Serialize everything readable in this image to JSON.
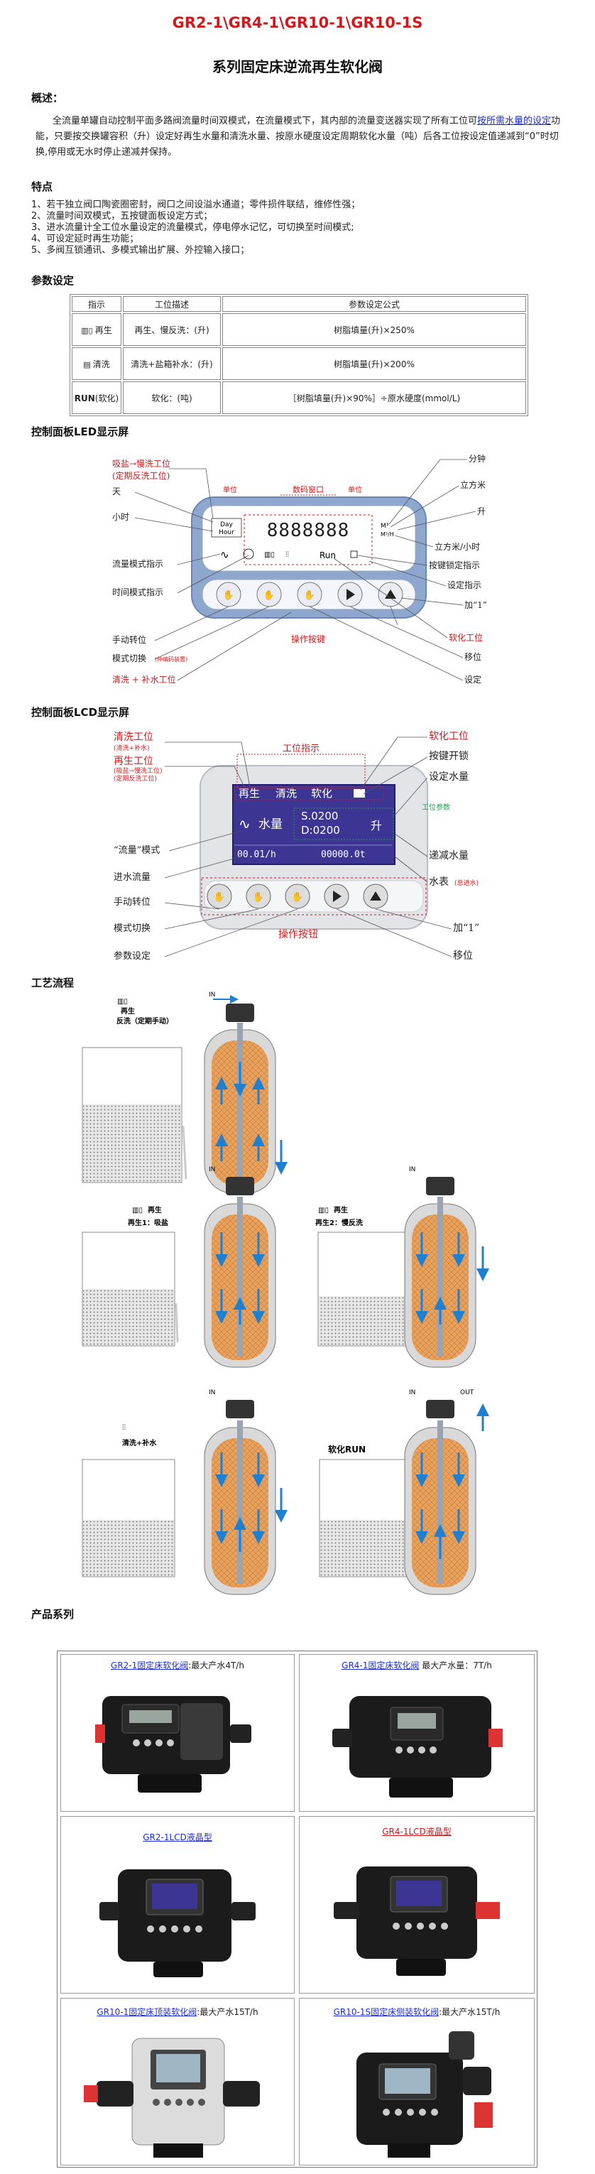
{
  "header": {
    "title": "GR2-1\\GR4-1\\GR10-1\\GR10-1S",
    "subtitle": "系列固定床逆流再生软化阀"
  },
  "overview": {
    "heading": "概述：",
    "text_a": "全流量单罐自动控制平面多路阀流量时间双模式，在流量模式下，其内部的流量变送器实现了所有工位可",
    "link": "按所需水量的设定",
    "text_b": "功能，只要按交换罐容积（升）设定好再生水量和清洗水量、按原水硬度设定周期软化水量（吨）后各工位按设定值递减到“0”时切换,停用或无水时停止递减并保持。"
  },
  "features": {
    "heading": "特点",
    "items": [
      "1、若干独立阀口陶瓷圈密封，阀口之间设溢水通道；零件损件联结，维修性强；",
      "2、流量时间双模式，五按键面板设定方式；",
      "3、进水流量计全工位水量设定的流量模式，停电停水记忆，可切换至时间模式;",
      "4、可设定延时再生功能；",
      "5、多阀互锁通讯、多模式输出扩展、外控输入接口；"
    ]
  },
  "params": {
    "heading": "参数设定",
    "headers": [
      "指示",
      "工位描述",
      "参数设定公式"
    ],
    "rows": [
      {
        "mode": "再生",
        "desc": "再生、慢反洗：(升)",
        "formula": "树脂填量(升)×250%"
      },
      {
        "mode": "清洗",
        "desc": "清洗+盐箱补水：(升)",
        "formula": "树脂填量(升)×200%"
      },
      {
        "mode": "RUN",
        "mode_suffix": "(软化)",
        "desc": "软化：(吨)",
        "formula": "［树脂填量(升)×90%］÷原水硬度(mmol/L)"
      }
    ]
  },
  "led_panel": {
    "heading": "控制面板LED显示屏",
    "left_labels": [
      "吸盐→慢洗工位",
      "(定期反洗工位)",
      "天",
      "小时",
      "流量模式指示",
      "时间模式指示",
      "手动转位",
      "模式切换",
      "(仲编码装置)",
      "清洗 + 补水工位"
    ],
    "top_labels": [
      "单位",
      "数码窗口",
      "单位"
    ],
    "right_labels": [
      "分钟",
      "立方米",
      "升",
      "立方米/小时",
      "按键锁定指示",
      "设定指示",
      "加“1”",
      "软化工位",
      "移位",
      "设定"
    ],
    "bottom_label": "操作按键",
    "screen_digits": "8888888",
    "day": "Day",
    "hour": "Hour",
    "run": "Run",
    "m3": "M³",
    "m3h": "M³/H"
  },
  "lcd_panel": {
    "heading": "控制面板LCD显示屏",
    "left_labels": [
      "清洗工位",
      "(清洗+补水)",
      "再生工位",
      "(吸盐→慢洗工位)",
      "(定期反洗工位)",
      "“流量”模式",
      "进水流量",
      "手动转位",
      "模式切换",
      "参数设定"
    ],
    "top_label": "工位指示",
    "right_labels": [
      "软化工位",
      "按键开锁",
      "设定水量",
      "工位参数",
      "递减水量",
      "水表",
      "(总进水)",
      "加“1”",
      "移位"
    ],
    "bottom_label": "操作按钮",
    "lcd_row1": [
      "再生",
      "清洗",
      "软化"
    ],
    "lcd_water": "水量",
    "lcd_s": "S.0200",
    "lcd_d": "D:0200",
    "lcd_unit": "升",
    "lcd_flow": "00.01/h",
    "lcd_meter": "00000.0t"
  },
  "process": {
    "heading": "工艺流程",
    "stages": [
      {
        "title": "再生",
        "sub": "反洗（定期手动）"
      },
      {
        "title": "再生",
        "sub": "再生1：吸盐"
      },
      {
        "title": "再生",
        "sub": "再生2：慢反洗"
      },
      {
        "title": "清洗+补水",
        "sub": ""
      },
      {
        "title": "软化RUN",
        "sub": ""
      }
    ],
    "in": "IN",
    "out": "OUT"
  },
  "products": {
    "heading": "产品系列",
    "cells": [
      {
        "link": "GR2-1固定床软化阀",
        "rest": ":最大产水4T/h"
      },
      {
        "link": "GR4-1固定床软化阀",
        "rest": " 最大产水量：7T/h"
      },
      {
        "link": "GR2-1LCD液晶型",
        "rest": ""
      },
      {
        "link": "GR4-1LCD液晶型",
        "rest": ""
      },
      {
        "link": "GR10-1固定床顶装软化阀",
        "rest": ":最大产水15T/h"
      },
      {
        "link": "GR10-1S固定床侧装软化阀",
        "rest": ":最大产水15T/h"
      }
    ]
  },
  "colors": {
    "title_red": "#d0191c",
    "link_blue": "#1d2bd6",
    "panel_blue": "#8ea7cf",
    "lcd_bg": "#3c3593",
    "resin": "#e8a35e",
    "flow_arrow": "#1f7fd1"
  }
}
